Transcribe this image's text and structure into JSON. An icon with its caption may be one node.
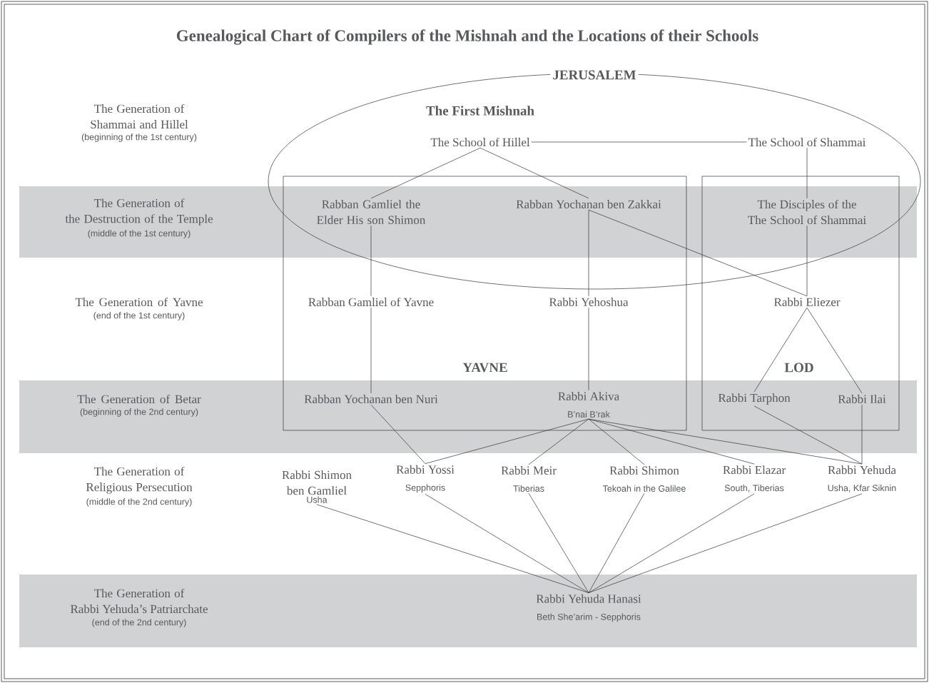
{
  "diagram": {
    "title": "Genealogical Chart of Compilers of the Mishnah and the Locations of their Schools",
    "nodes": [
      {
        "text": [
          "JERUSALEM",
          "The First Mishnah"
        ]
      },
      {
        "text": [
          "YAVNE"
        ]
      },
      {
        "text": [
          "LOD"
        ]
      },
      {
        "text": [
          "The School of Hillel"
        ],
        "in": 0
      },
      {
        "text": [
          "The School of Shammai"
        ],
        "in": 0
      },
      {
        "text": [
          "Rabban Gamliel the Elder His son Shimon"
        ]
      },
      {
        "text": [
          "Rabban Yochanan ben Zakkai"
        ]
      },
      {
        "text": [
          "The Disciples of the The School of Shammai"
        ]
      },
      {
        "text": [
          "Rabban Gamliel of Yavne"
        ],
        "in": 1
      },
      {
        "text": [
          "Rabbi Yehoshua"
        ],
        "in": 1
      },
      {
        "text": [
          "Rabbi Eliezer"
        ],
        "in": 2
      },
      {
        "text": [
          "Rabban Yochanan ben Nuri"
        ],
        "in": 1
      },
      {
        "text": [
          "Rabbi Akiva",
          "B’nai B’rak"
        ],
        "in": 1
      },
      {
        "text": [
          "Rabbi Tarphon"
        ],
        "in": 2
      },
      {
        "text": [
          "Rabbi Ilai"
        ],
        "in": 2
      },
      {
        "text": [
          "Rabbi Shimon ben Gamliel",
          "Usha"
        ]
      },
      {
        "text": [
          "Rabbi Yossi",
          "Sepphoris"
        ]
      },
      {
        "text": [
          "Rabbi Meir",
          "Tiberias"
        ]
      },
      {
        "text": [
          "Rabbi Shimon",
          "Tekoah in the Galilee"
        ]
      },
      {
        "text": [
          "Rabbi Elazar",
          "South, Tiberias"
        ]
      },
      {
        "text": [
          "Rabbi Yehuda",
          "Usha, Kfar Siknin"
        ]
      },
      {
        "text": [
          "Rabbi Yehuda Hanasi",
          "Beth She’arim - Sepphoris"
        ]
      }
    ],
    "edges": [
      {
        "from": 3,
        "to": 4,
        "arrow": "none"
      },
      {
        "from": 3,
        "to": 5,
        "arrow": "none"
      },
      {
        "from": 3,
        "to": 6,
        "arrow": "none"
      },
      {
        "from": 4,
        "to": 7,
        "arrow": "none"
      },
      {
        "from": 5,
        "to": 8,
        "arrow": "none"
      },
      {
        "from": 6,
        "to": 9,
        "arrow": "none"
      },
      {
        "from": 6,
        "to": 10,
        "arrow": "none"
      },
      {
        "from": 7,
        "to": 10,
        "arrow": "none"
      },
      {
        "from": 8,
        "to": 11,
        "arrow": "none"
      },
      {
        "from": 9,
        "to": 12,
        "arrow": "none"
      },
      {
        "from": 10,
        "to": 13,
        "arrow": "none"
      },
      {
        "from": 10,
        "to": 14,
        "arrow": "none"
      },
      {
        "from": 11,
        "to": 16,
        "arrow": "none"
      },
      {
        "from": 12,
        "to": 16,
        "arrow": "none"
      },
      {
        "from": 12,
        "to": 17,
        "arrow": "none"
      },
      {
        "from": 12,
        "to": 18,
        "arrow": "none"
      },
      {
        "from": 12,
        "to": 19,
        "arrow": "none"
      },
      {
        "from": 12,
        "to": 20,
        "arrow": "none"
      },
      {
        "from": 13,
        "to": 20,
        "arrow": "none"
      },
      {
        "from": 14,
        "to": 20,
        "arrow": "none"
      },
      {
        "from": 15,
        "to": 21,
        "arrow": "none"
      },
      {
        "from": 16,
        "to": 21,
        "arrow": "none"
      },
      {
        "from": 17,
        "to": 21,
        "arrow": "none"
      },
      {
        "from": 18,
        "to": 21,
        "arrow": "none"
      },
      {
        "from": 19,
        "to": 21,
        "arrow": "none"
      },
      {
        "from": 20,
        "to": 21,
        "arrow": "none"
      }
    ],
    "labels": [
      "The Generation of Shammai and Hillel",
      "(beginning of the 1st century)",
      "The Generation of the Destruction of the Temple",
      "(middle of the 1st century)",
      "The Generation of Yavne",
      "(end of the 1st century)",
      "The Generation of Betar",
      "(beginning of the 2nd century)",
      "The Generation of Religious Persecution",
      "(middle of the 2nd century)",
      "The Generation of Rabbi Yehuda’s Patriarchate",
      "(end of the 2nd century)"
    ]
  }
}
